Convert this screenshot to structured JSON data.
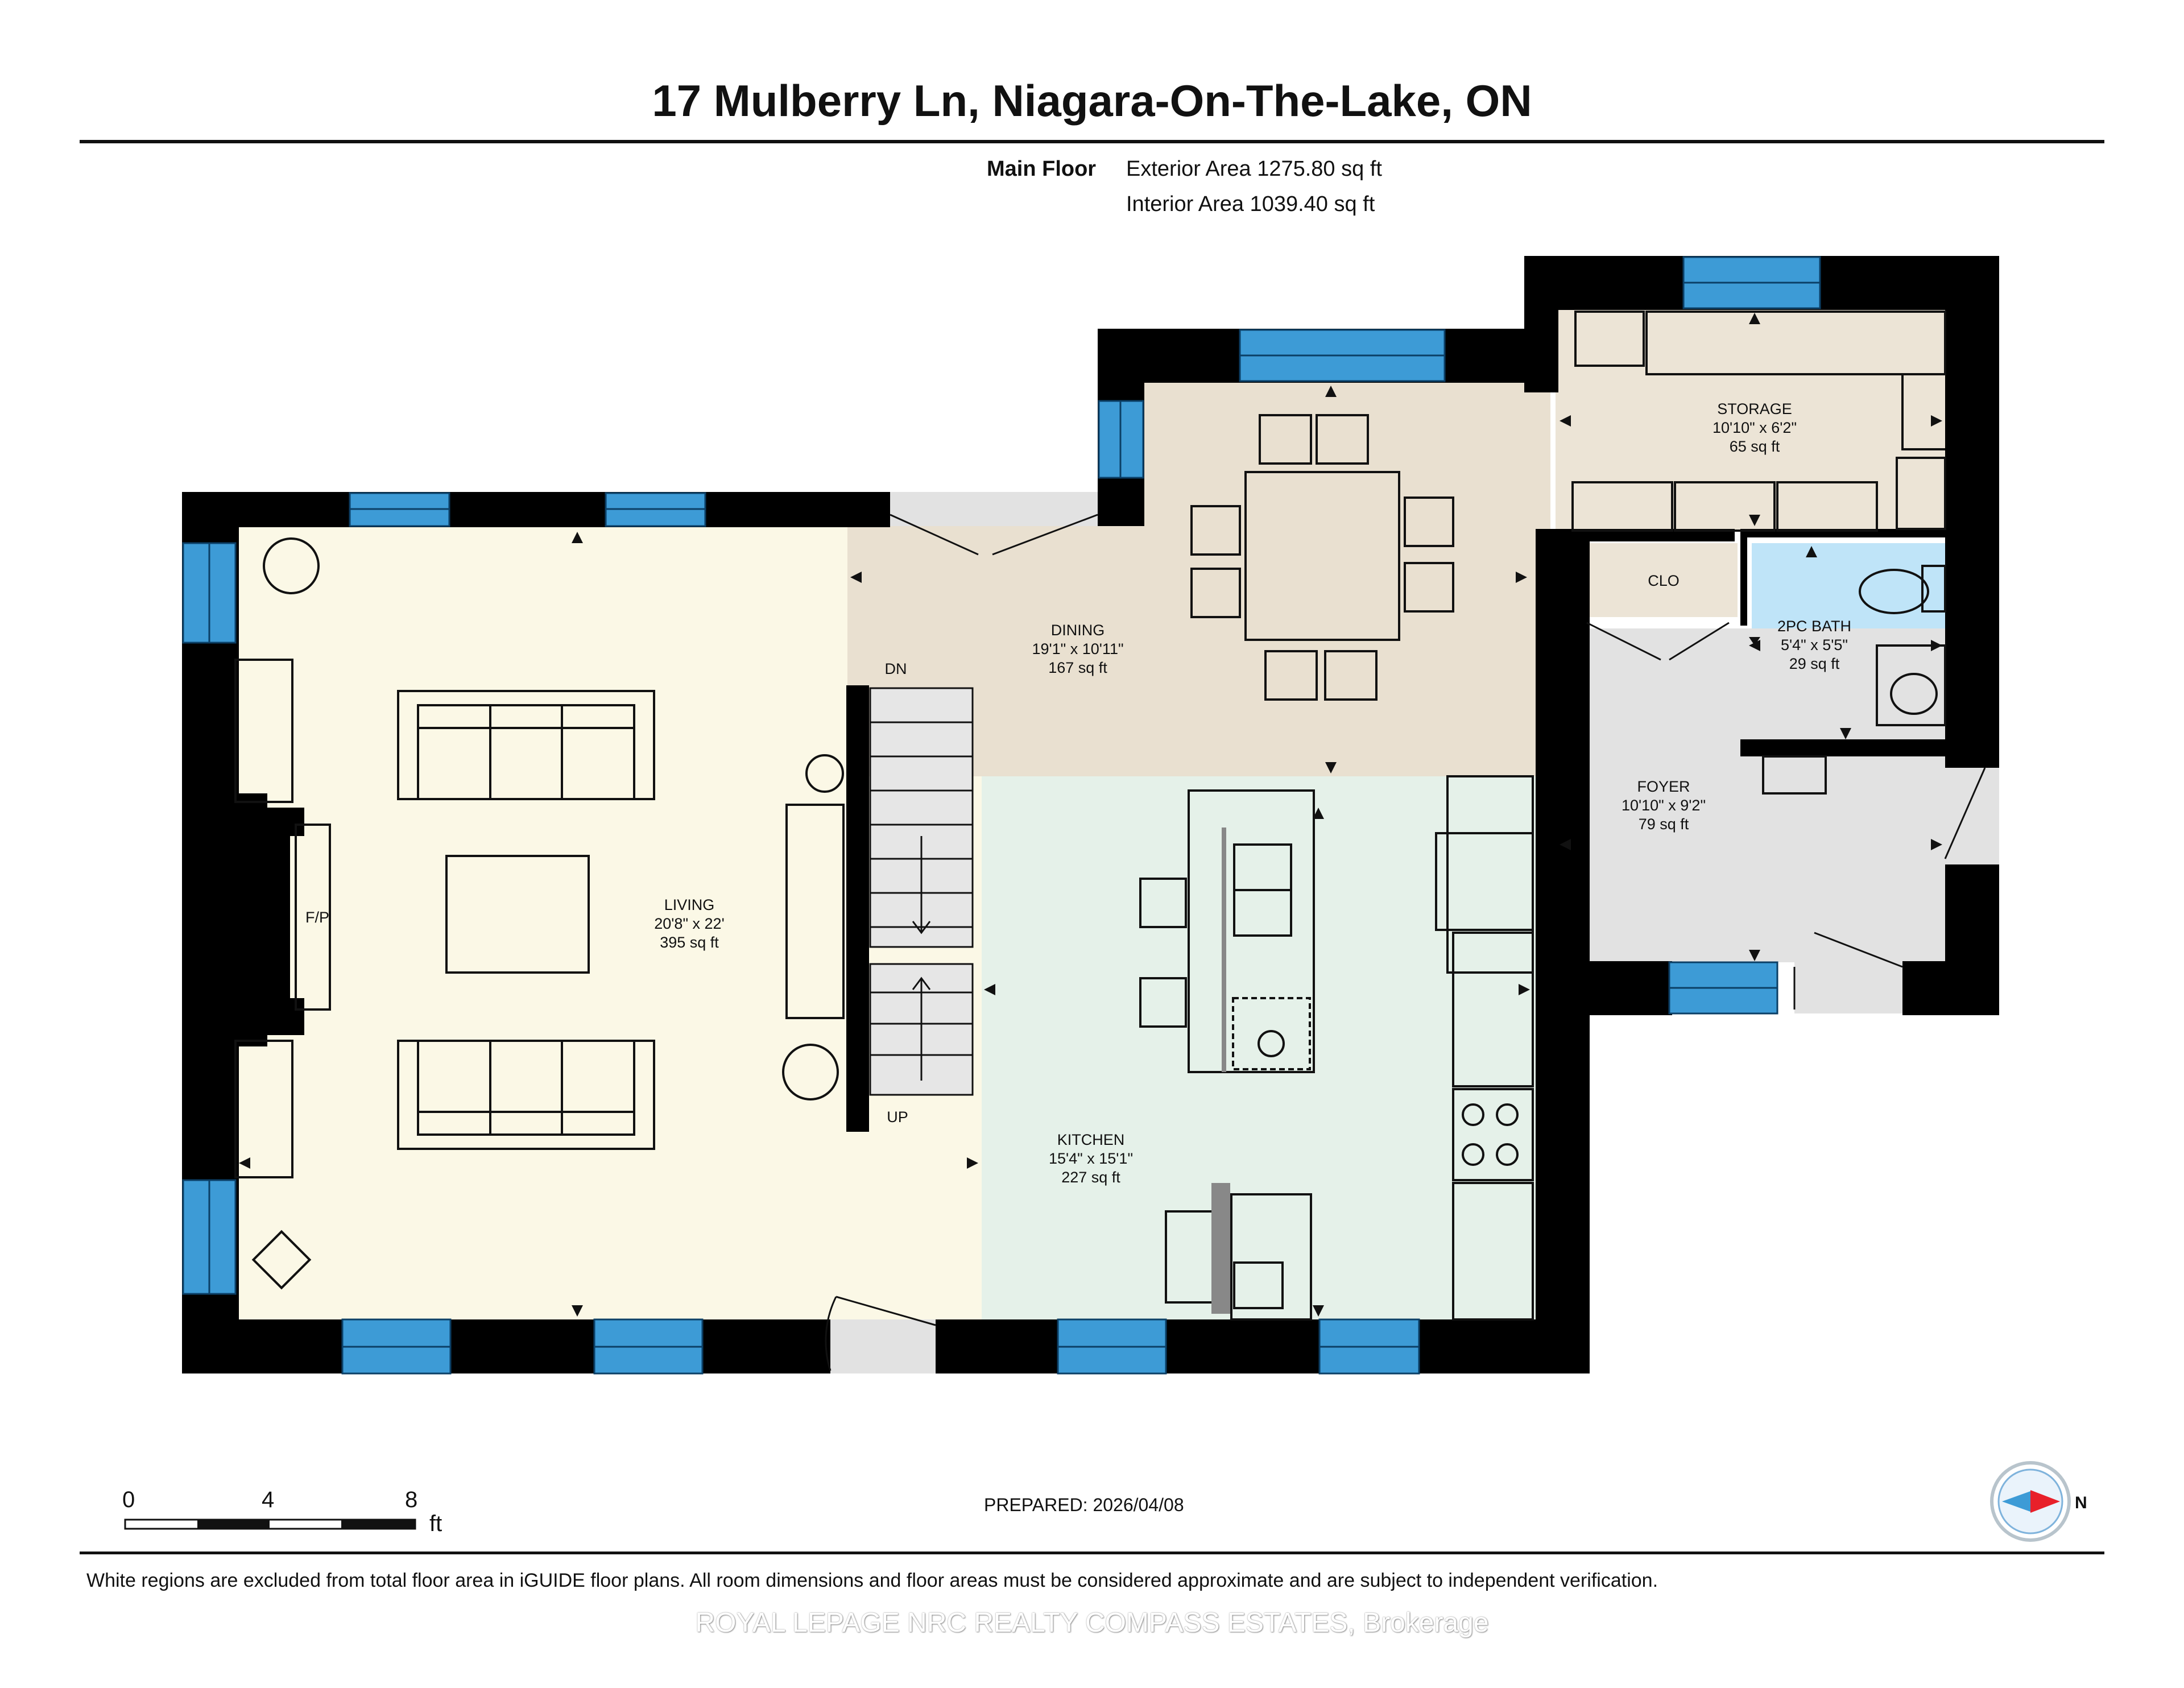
{
  "title": "17 Mulberry Ln, Niagara-On-The-Lake, ON",
  "floor": {
    "name": "Main Floor",
    "exterior_area": "Exterior Area 1275.80 sq ft",
    "interior_area": "Interior Area 1039.40 sq ft"
  },
  "rooms": {
    "living": {
      "name": "LIVING",
      "dims": "20'8\" x 22'",
      "area": "395 sq ft"
    },
    "dining": {
      "name": "DINING",
      "dims": "19'1\" x 10'11\"",
      "area": "167 sq ft"
    },
    "kitchen": {
      "name": "KITCHEN",
      "dims": "15'4\" x 15'1\"",
      "area": "227 sq ft"
    },
    "storage": {
      "name": "STORAGE",
      "dims": "10'10\" x 6'2\"",
      "area": "65 sq ft"
    },
    "bath": {
      "name": "2PC BATH",
      "dims": "5'4\" x 5'5\"",
      "area": "29 sq ft"
    },
    "foyer": {
      "name": "FOYER",
      "dims": "10'10\" x 9'2\"",
      "area": "79 sq ft"
    },
    "clo": {
      "name": "CLO"
    }
  },
  "labels": {
    "fireplace": "F/P",
    "stairs_down": "DN",
    "stairs_up": "UP"
  },
  "scale": {
    "tick0": "0",
    "tick1": "4",
    "tick2": "8",
    "unit": "ft"
  },
  "compass": {
    "north": "N"
  },
  "prepared": "PREPARED: 2026/04/08",
  "disclaimer": "White regions are excluded from total floor area in iGUIDE floor plans. All room dimensions and floor areas must be considered approximate and are subject to independent verification.",
  "watermark": "ROYAL LEPAGE NRC REALTY COMPASS ESTATES, Brokerage",
  "colors": {
    "wall": "#000000",
    "window": "#3d9bd6",
    "living": "#fbf8e6",
    "dining": "#e9e0d0",
    "kitchen": "#e5f1e9",
    "storage": "#ece4d6",
    "bath": "#bfe4f8",
    "foyer": "#e2e2e2",
    "compass_arrow": "#e8202a"
  }
}
